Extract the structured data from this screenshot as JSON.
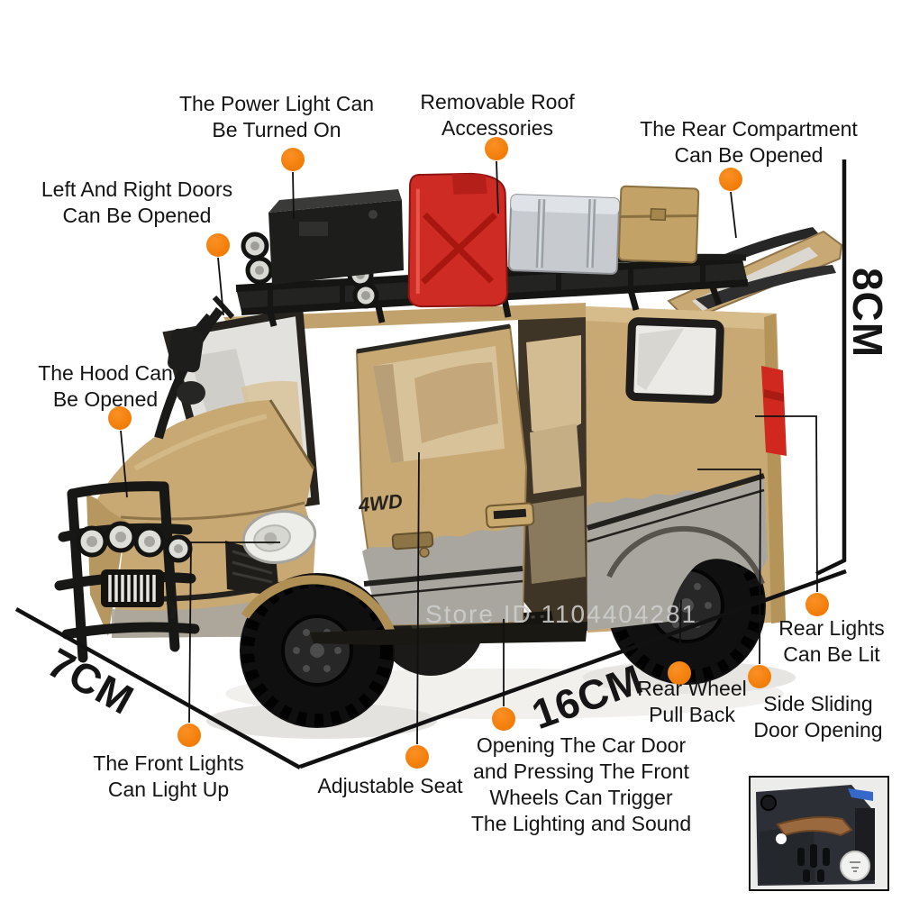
{
  "product_annotation": {
    "callouts": {
      "power_light": {
        "lines": [
          "The Power Light Can",
          "Be Turned On"
        ]
      },
      "removable_roof": {
        "lines": [
          "Removable Roof",
          "Accessories"
        ]
      },
      "rear_compartment": {
        "lines": [
          "The Rear Compartment",
          "Can Be Opened"
        ]
      },
      "left_right_doors": {
        "lines": [
          "Left And Right Doors",
          "Can Be Opened"
        ]
      },
      "hood": {
        "lines": [
          "The Hood Can",
          "Be Opened"
        ]
      },
      "front_lights": {
        "lines": [
          "The Front Lights",
          "Can Light Up"
        ]
      },
      "adjustable_seat": {
        "lines": [
          "Adjustable Seat"
        ]
      },
      "opening_door": {
        "lines": [
          "Opening The Car Door",
          "and Pressing The Front",
          "Wheels Can Trigger",
          "The Lighting and Sound"
        ]
      },
      "rear_wheel": {
        "lines": [
          "Rear Wheel",
          "Pull Back"
        ]
      },
      "side_sliding_door": {
        "lines": [
          "Side Sliding",
          "Door Opening"
        ]
      },
      "rear_lights": {
        "lines": [
          "Rear Lights",
          "Can Be Lit"
        ]
      }
    },
    "dimensions": {
      "width": "7CM",
      "length": "16CM",
      "height": "8CM"
    },
    "watermark": "Store ID 1104404281",
    "van": {
      "decal": "4WD"
    },
    "colors": {
      "callout_dot": "#F5820B",
      "annotation_line": "#111111",
      "van_body_tan": "#C8A873",
      "lower_panel_gray": "#A9A69F",
      "jerry_can_red": "#CE2B24",
      "tail_light_red": "#D0281F",
      "watermark_gray": "#CFCFCF",
      "background": "#FFFFFF"
    }
  }
}
